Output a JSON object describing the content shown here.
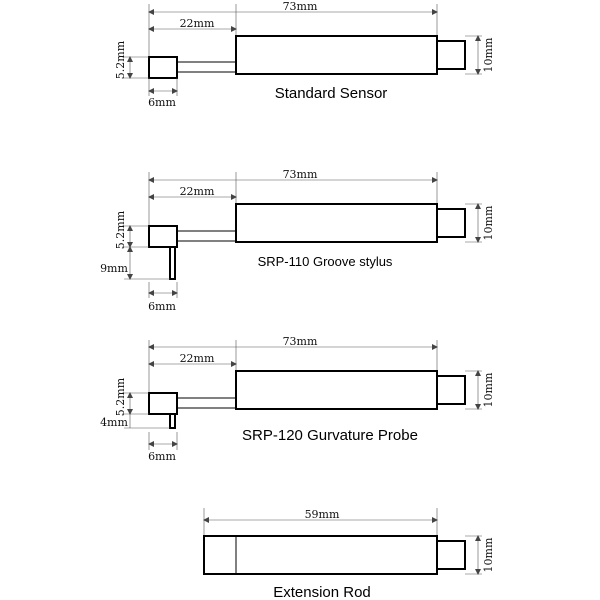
{
  "sensors": [
    {
      "caption": "Standard Sensor",
      "dims": {
        "overall": "73mm",
        "stylus": "22mm",
        "tip_height": "5.2mm",
        "tip_width": "6mm",
        "body_height": "10mm"
      }
    },
    {
      "caption": "SRP-110 Groove stylus",
      "dims": {
        "overall": "73mm",
        "stylus": "22mm",
        "tip_height": "5.2mm",
        "tip_width": "6mm",
        "body_height": "10mm",
        "pin_length": "9mm"
      }
    },
    {
      "caption": "SRP-120 Gurvature Probe",
      "dims": {
        "overall": "73mm",
        "stylus": "22mm",
        "tip_height": "5.2mm",
        "tip_width": "6mm",
        "body_height": "10mm",
        "pin_length": "4mm"
      }
    },
    {
      "caption": "Extension Rod",
      "dims": {
        "overall": "59mm",
        "body_height": "10mm"
      }
    }
  ]
}
